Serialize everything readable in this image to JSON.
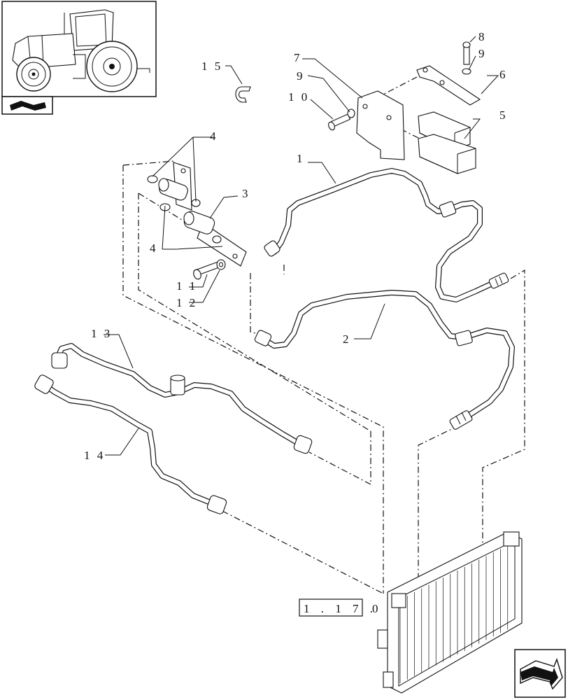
{
  "callouts": {
    "c1": "1",
    "c2": "2",
    "c3": "3",
    "c4a": "4",
    "c4b": "4",
    "c5": "5",
    "c6": "6",
    "c7": "7",
    "c8": "8",
    "c9a": "9",
    "c9b": "9",
    "c10": "1 0",
    "c11": "1 1",
    "c12": "1 2",
    "c13": "1 3",
    "c14": "1 4",
    "c15": "1 5"
  },
  "reference": {
    "box_label": "1 . 1 7 .",
    "suffix": "0"
  },
  "icons": {
    "thumbnail": "tractor-thumbnail",
    "section": "section-symbol-icon",
    "nav": "previous-page-arrow-icon"
  }
}
